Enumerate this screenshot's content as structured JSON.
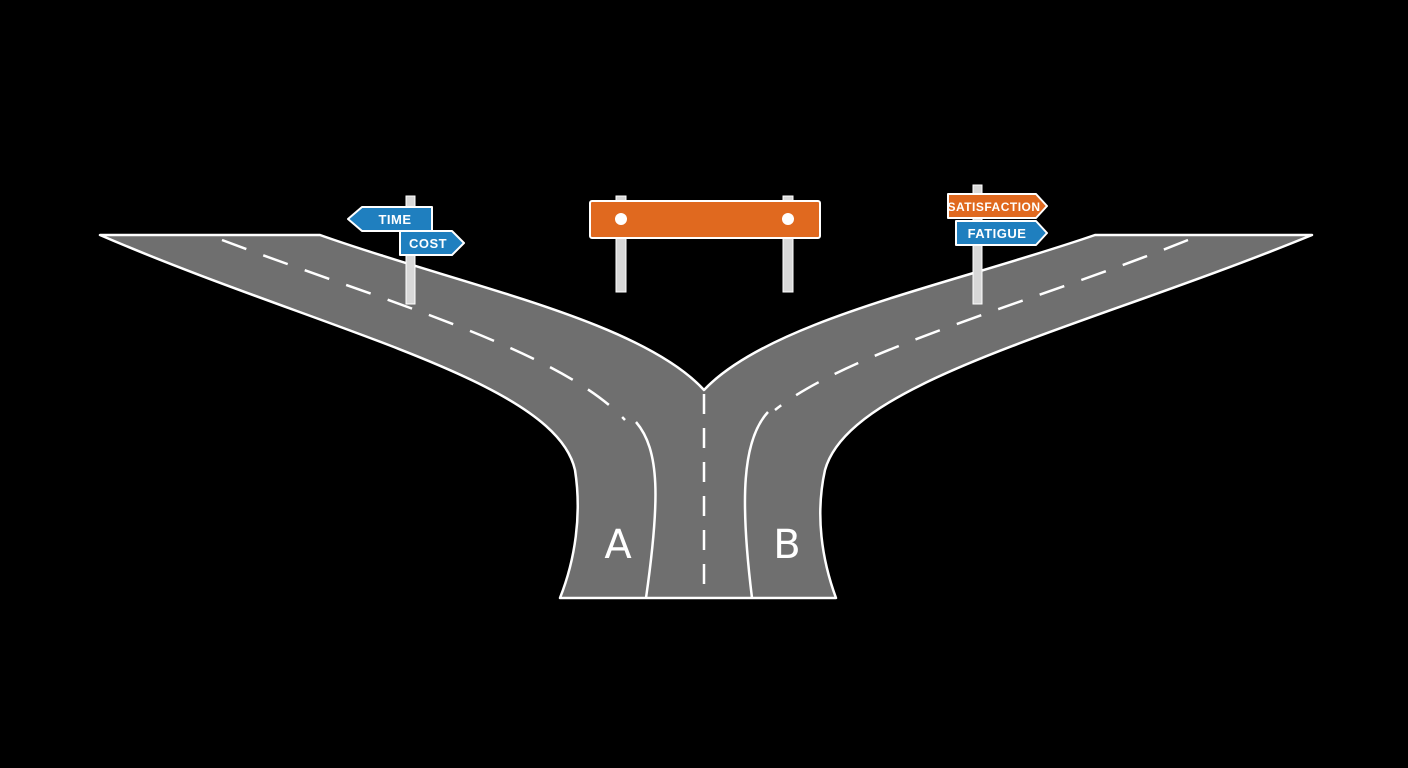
{
  "colors": {
    "background": "#000000",
    "road": "#6f6f6f",
    "road_outline": "#ffffff",
    "marking": "#ffffff",
    "blue_sign": "#1f7fbf",
    "orange_sign": "#e0691f",
    "post": "#d8d8d8"
  },
  "left_signpost": {
    "top_sign": "TIME",
    "bottom_sign": "COST"
  },
  "barrier": {
    "icon": "barricade-icon"
  },
  "right_signpost": {
    "top_sign": "SATISFACTION",
    "bottom_sign": "FATIGUE"
  },
  "lanes": {
    "left": "A",
    "right": "B"
  }
}
